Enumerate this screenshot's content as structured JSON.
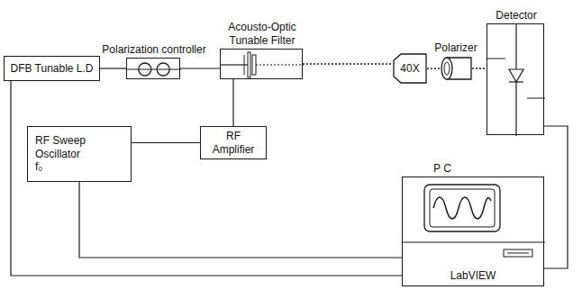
{
  "diagram": {
    "nodes": [
      {
        "text": [
          "DFB Tunable L.D"
        ]
      },
      {
        "text": [
          "Polarization controller"
        ]
      },
      {
        "text": [
          "Acousto-Optic Tunable Filter"
        ]
      },
      {
        "text": [
          "40X"
        ]
      },
      {
        "text": [
          "Polarizer"
        ]
      },
      {
        "text": [
          "Detector"
        ]
      },
      {
        "text": [
          "RF Sweep Oscillator",
          "f₀"
        ]
      },
      {
        "text": [
          "RF Amplifier"
        ]
      },
      {
        "text": [
          "P C",
          "LabVIEW"
        ]
      }
    ],
    "edges": [
      {
        "from": 0,
        "to": 1,
        "arrow": "none"
      },
      {
        "from": 1,
        "to": 2,
        "arrow": "none"
      },
      {
        "from": 2,
        "to": 3,
        "arrow": "none"
      },
      {
        "from": 3,
        "to": 4,
        "arrow": "none"
      },
      {
        "from": 4,
        "to": 5,
        "arrow": "none"
      },
      {
        "from": 6,
        "to": 7,
        "arrow": "none"
      },
      {
        "from": 7,
        "to": 2,
        "arrow": "none"
      },
      {
        "from": 5,
        "to": 8,
        "arrow": "none"
      },
      {
        "from": 6,
        "to": 8,
        "arrow": "none"
      },
      {
        "from": 0,
        "to": 8,
        "arrow": "none"
      }
    ]
  }
}
